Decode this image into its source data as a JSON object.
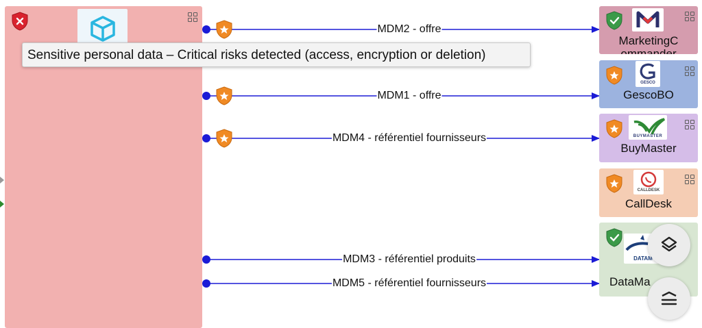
{
  "tooltip": {
    "text": "Sensitive personal data – Critical risks detected (access, encryption or deletion)"
  },
  "flows": [
    {
      "label": "MDM2 - offre",
      "target": "MarketingCommander",
      "shield": "orange"
    },
    {
      "label": "MDM1 - offre",
      "target": "GescoBO",
      "shield": "orange"
    },
    {
      "label": "MDM4 - référentiel fournisseurs",
      "target": "BuyMaster",
      "shield": "orange"
    },
    {
      "label": "MDM3 - référentiel produits",
      "target": "DataMaster",
      "shield": "none"
    },
    {
      "label": "MDM5 - référentiel fournisseurs",
      "target": "DataMaster",
      "shield": "none"
    }
  ],
  "targets": [
    {
      "name": "MarketingC",
      "name_overflow": "ommander",
      "shield": "green",
      "logo_text": "M",
      "color": "#d59cae"
    },
    {
      "name": "GescoBO",
      "shield": "orange",
      "logo_text": "GESCO",
      "color": "#9cb3df"
    },
    {
      "name": "BuyMaster",
      "shield": "orange",
      "logo_text": "BUYMASTER",
      "color": "#d5bde8"
    },
    {
      "name": "CallDesk",
      "shield": "orange",
      "logo_text": "CALLDESK",
      "color": "#f5cdb4"
    },
    {
      "name": "DataMa",
      "shield": "green",
      "logo_text": "DATAM",
      "color": "#d8e6d2"
    }
  ],
  "colors": {
    "source_bg": "#f2b1b0",
    "connector": "#1b1bd6",
    "shield_red": "#d9232e",
    "shield_orange": "#f08a24",
    "shield_green": "#3b9a48"
  },
  "icons": {
    "source": "cube-icon",
    "menu": "grid-icon",
    "layers_button": "layers-icon",
    "filter_button": "stack-lines-icon"
  }
}
